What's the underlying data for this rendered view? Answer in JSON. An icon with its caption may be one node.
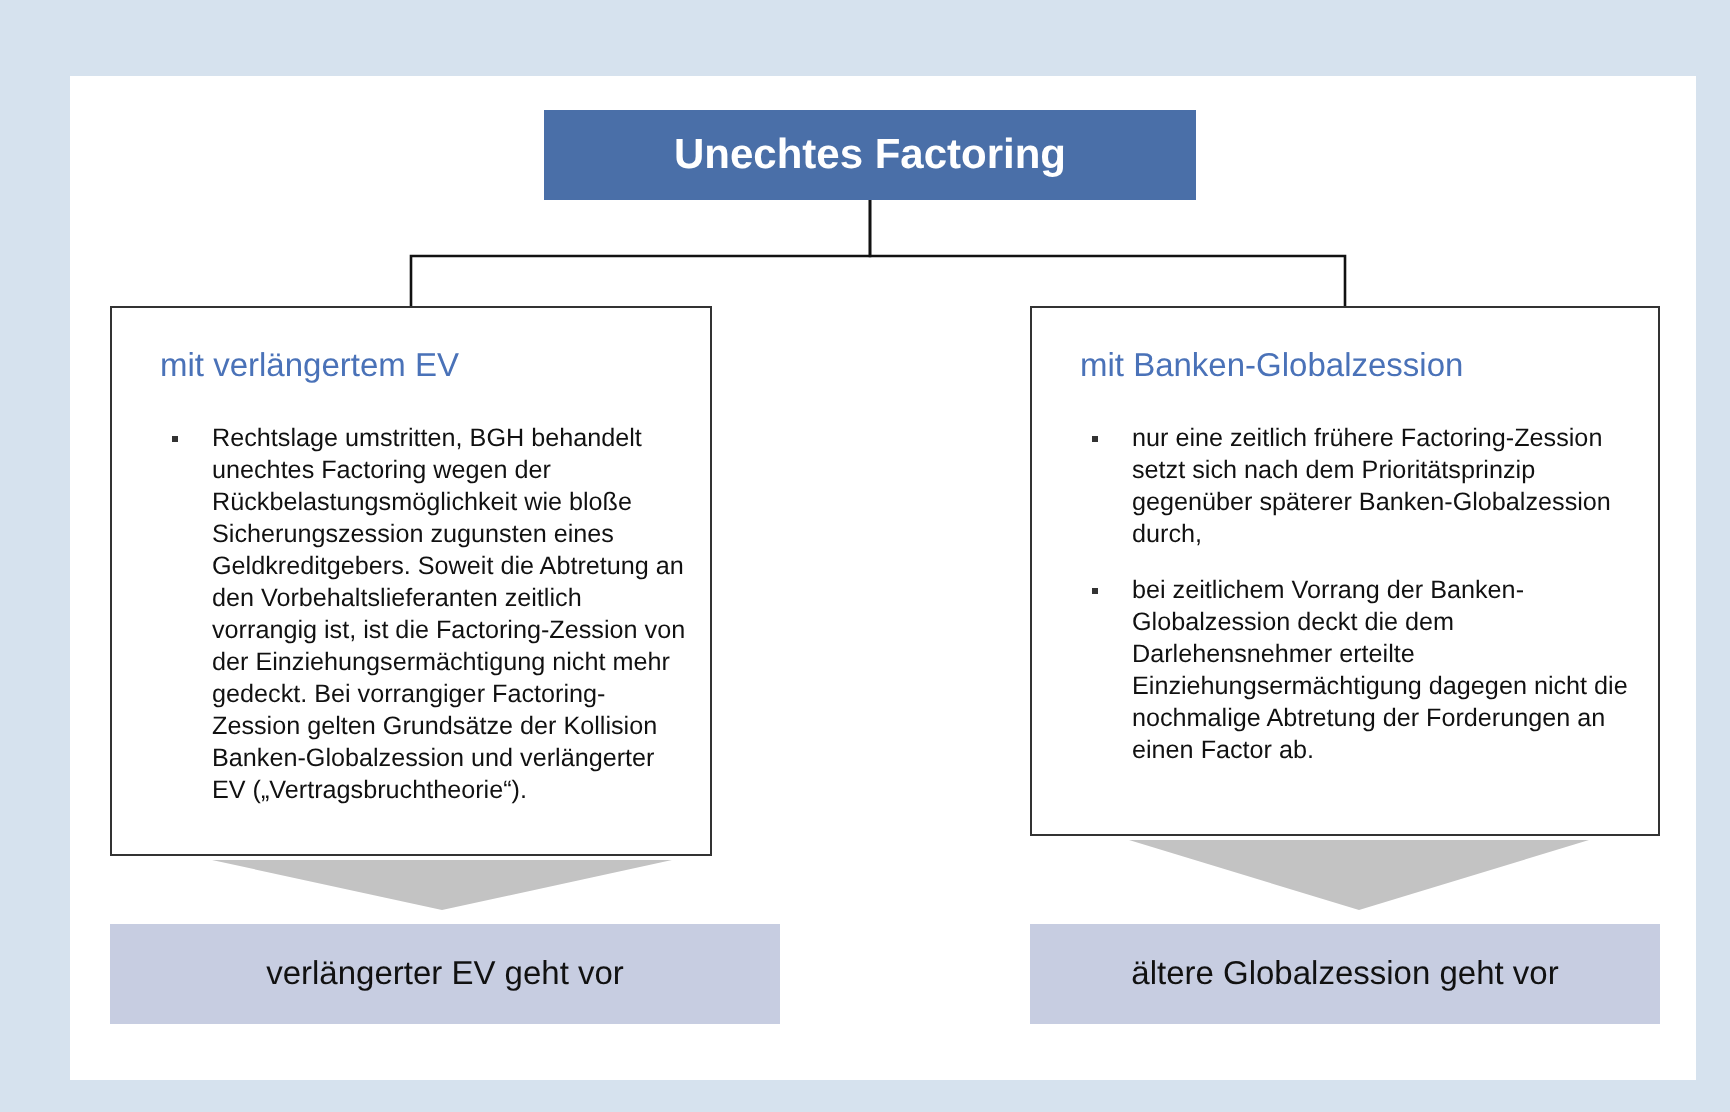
{
  "diagram": {
    "nodes": [
      {
        "text": [
          "Unechtes Factoring"
        ]
      },
      {
        "text": [
          "mit verlängertem EV",
          "Rechtslage umstritten, BGH behandelt unechtes Factoring wegen der Rückbelastungsmöglichkeit wie bloße Sicherungszession zugunsten eines Geldkreditgebers. Soweit die Abtretung an den Vorbehaltslieferanten zeitlich vorrangig ist, ist die Factoring-Zession von der Einziehungsermächtigung nicht mehr gedeckt. Bei vorrangiger Factoring-Zession gelten Grundsätze der Kollision Banken-Globalzession und verlängerter EV („Vertragsbruchtheorie“)."
        ]
      },
      {
        "text": [
          "mit Banken-Globalzession",
          "nur eine zeitlich frühere Factoring-Zession setzt sich nach dem Prioritätsprinzip gegenüber späterer Banken-Globalzession durch,",
          "bei zeitlichem Vorrang der Banken-Globalzession deckt die dem Darlehensnehmer erteilte Einziehungsermächtigung dagegen nicht die nochmalige Abtretung der Forderungen an einen Factor ab."
        ]
      },
      {
        "text": [
          "verlängerter EV geht vor"
        ]
      },
      {
        "text": [
          "ältere Globalzession geht vor"
        ]
      }
    ],
    "edges": [
      {
        "from": 0,
        "to": 1,
        "arrow": "none"
      },
      {
        "from": 0,
        "to": 2,
        "arrow": "none"
      },
      {
        "from": 1,
        "to": 3,
        "arrow": "to"
      },
      {
        "from": 2,
        "to": 4,
        "arrow": "to"
      }
    ]
  }
}
